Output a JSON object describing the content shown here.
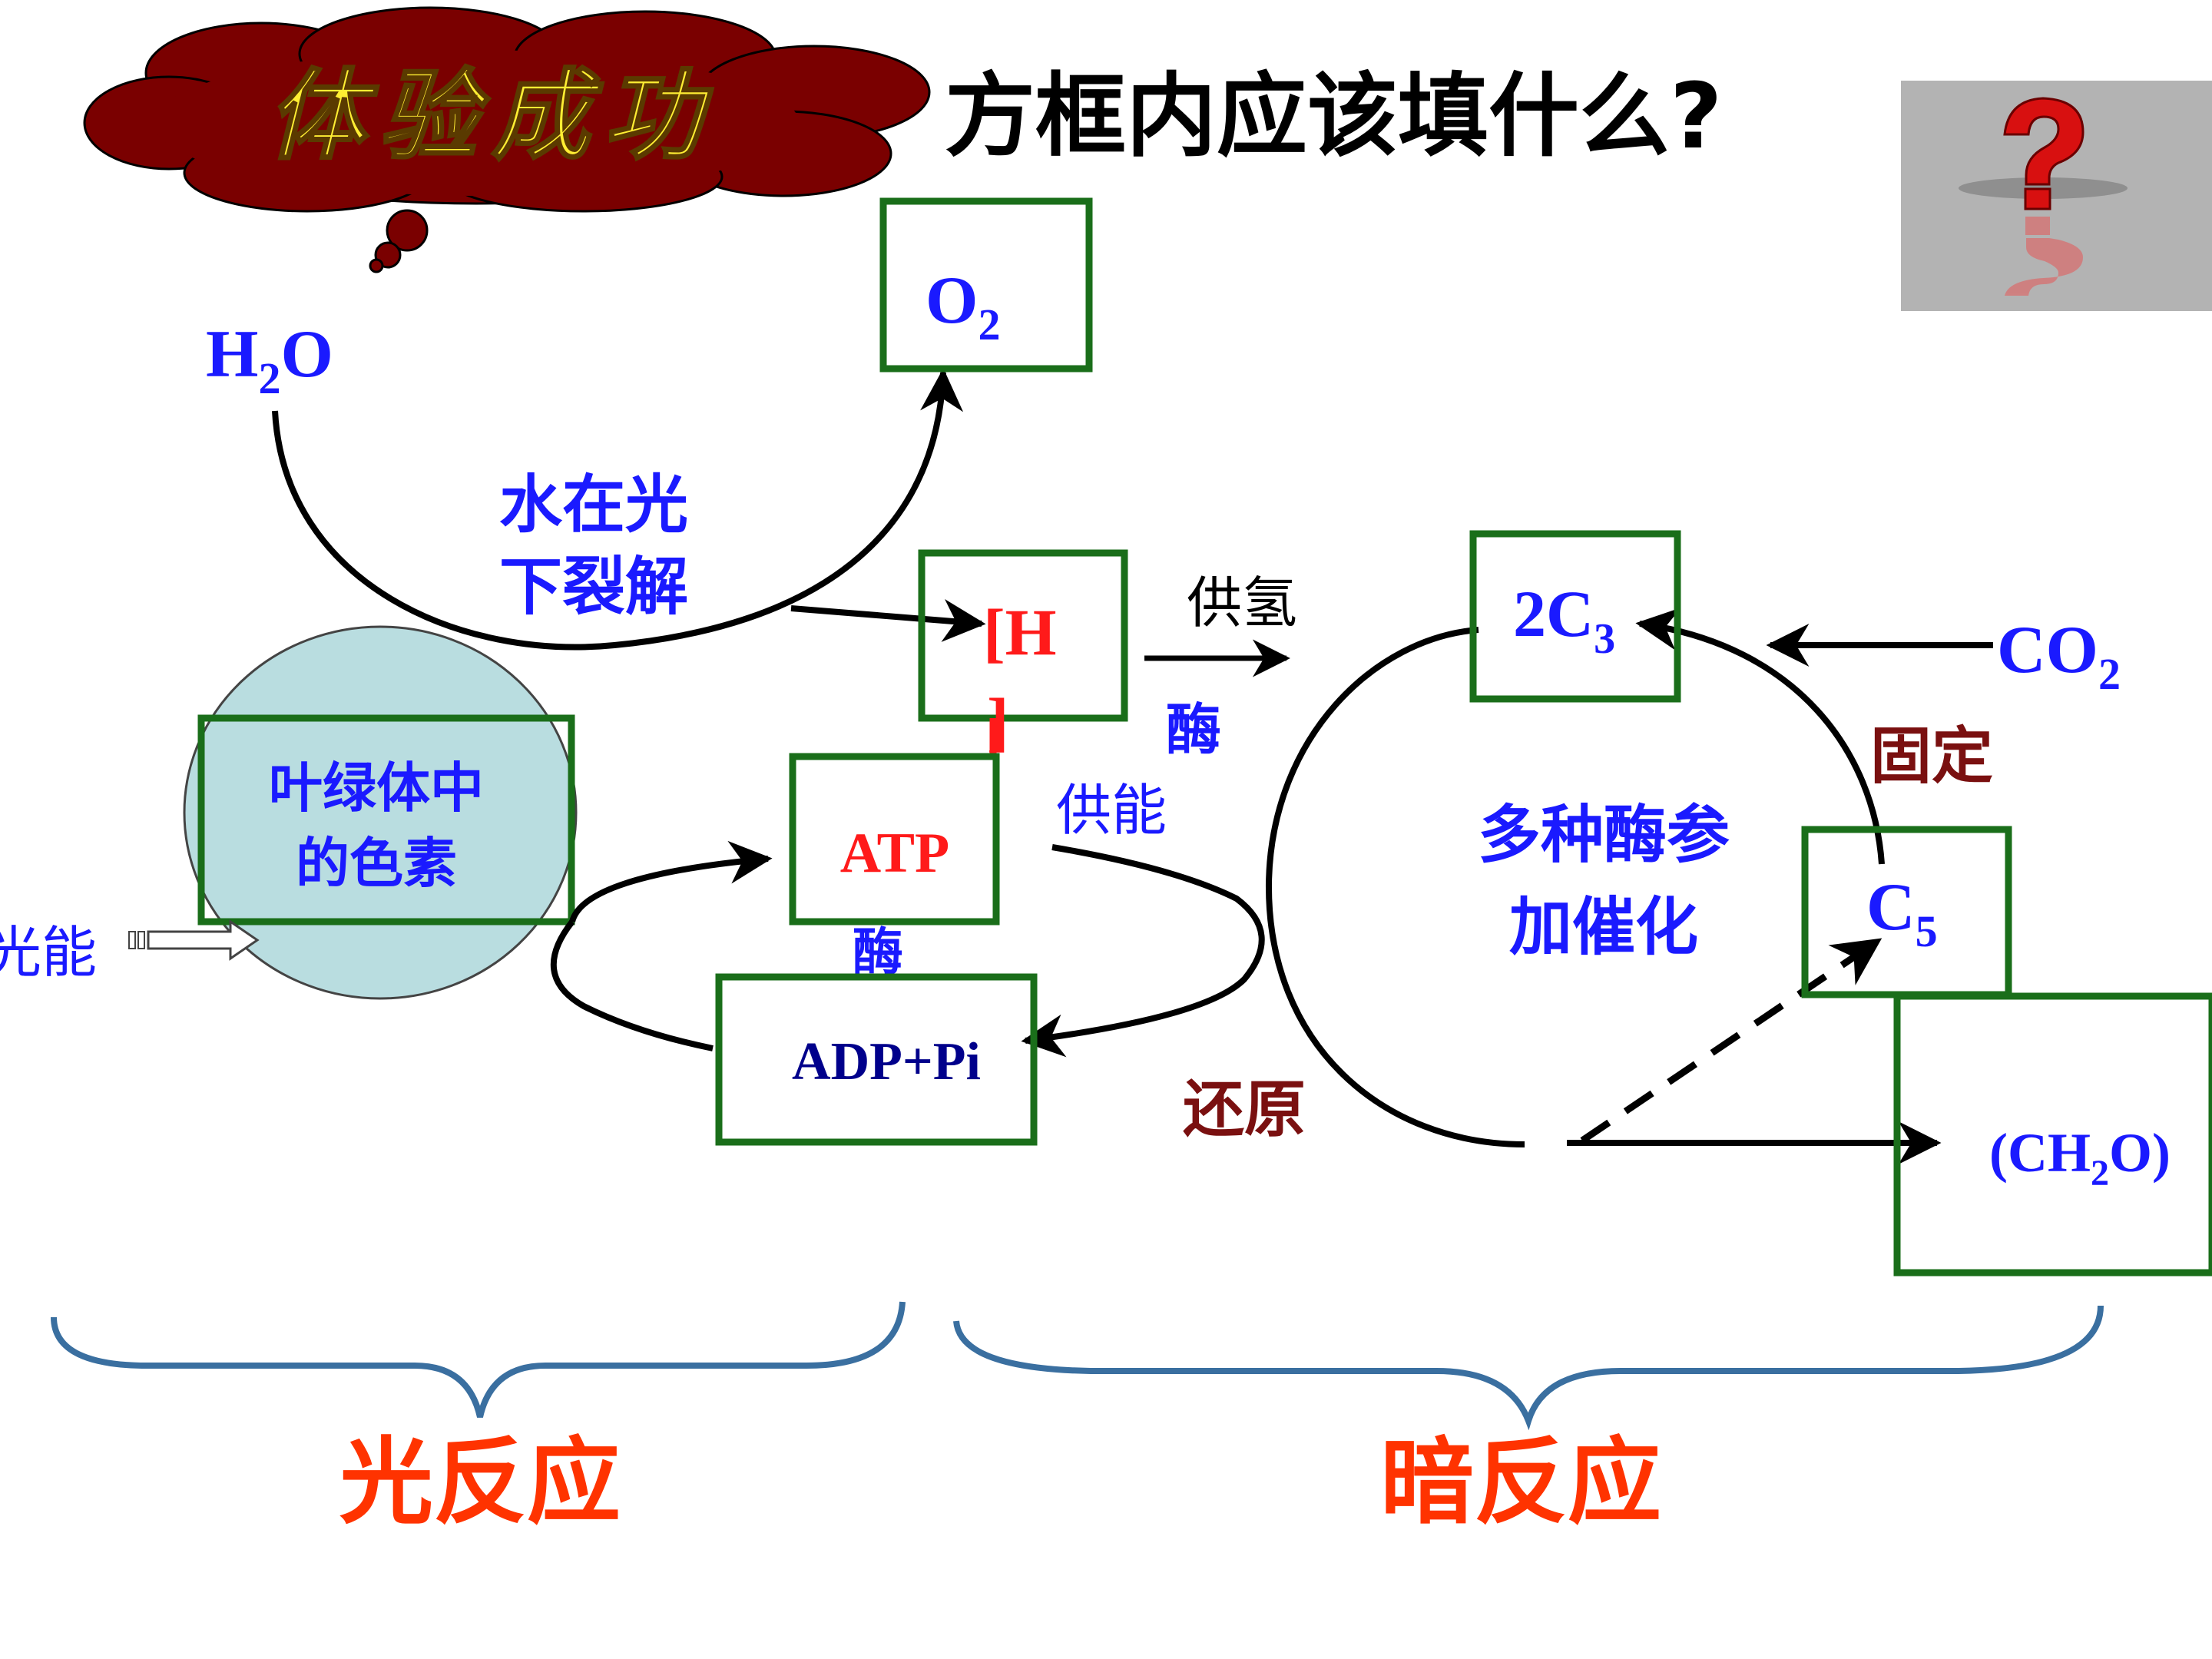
{
  "header": {
    "badge_text": "体验成功",
    "question": "方框内应该填什么?",
    "question_icon": "question-mark-icon"
  },
  "light_reaction": {
    "water": {
      "base": "H",
      "sub": "2",
      "tail": "O"
    },
    "oxygen": {
      "base": "O",
      "sub": "2"
    },
    "photolysis_line1": "水在光",
    "photolysis_line2": "下裂解",
    "hydrogen_line1": "[H",
    "hydrogen_line2": "]",
    "pigment_line1": "叶绿体中",
    "pigment_line2": "的色素",
    "light_energy": "光能",
    "atp": "ATP",
    "enzyme_light": "酶",
    "adp": "ADP+Pi",
    "label": "光反应"
  },
  "dark_reaction": {
    "supply_hydrogen": "供氢",
    "enzyme_dark": "酶",
    "supply_energy": "供能",
    "c3": {
      "base": "2C",
      "sub": "3"
    },
    "co2": {
      "base": "CO",
      "sub": "2"
    },
    "fixation": "固定",
    "catalysis_line1": "多种酶参",
    "catalysis_line2": "加催化",
    "c5": {
      "base": "C",
      "sub": "5"
    },
    "reduction": "还原",
    "carbohydrate": {
      "pre": "(CH",
      "sub": "2",
      "tail": "O)"
    },
    "label": "暗反应"
  },
  "colors": {
    "box_border": "#1a6e1a",
    "blue_text": "#1a1aff",
    "dark_red": "#7a1010",
    "red_text": "#ff1a1a",
    "title_orange": "#ff3300",
    "brace": "#3a6fa0",
    "cloud_fill": "#7a0000",
    "badge_text": "#ffee33",
    "pigment_circle": "#b9dde0"
  }
}
